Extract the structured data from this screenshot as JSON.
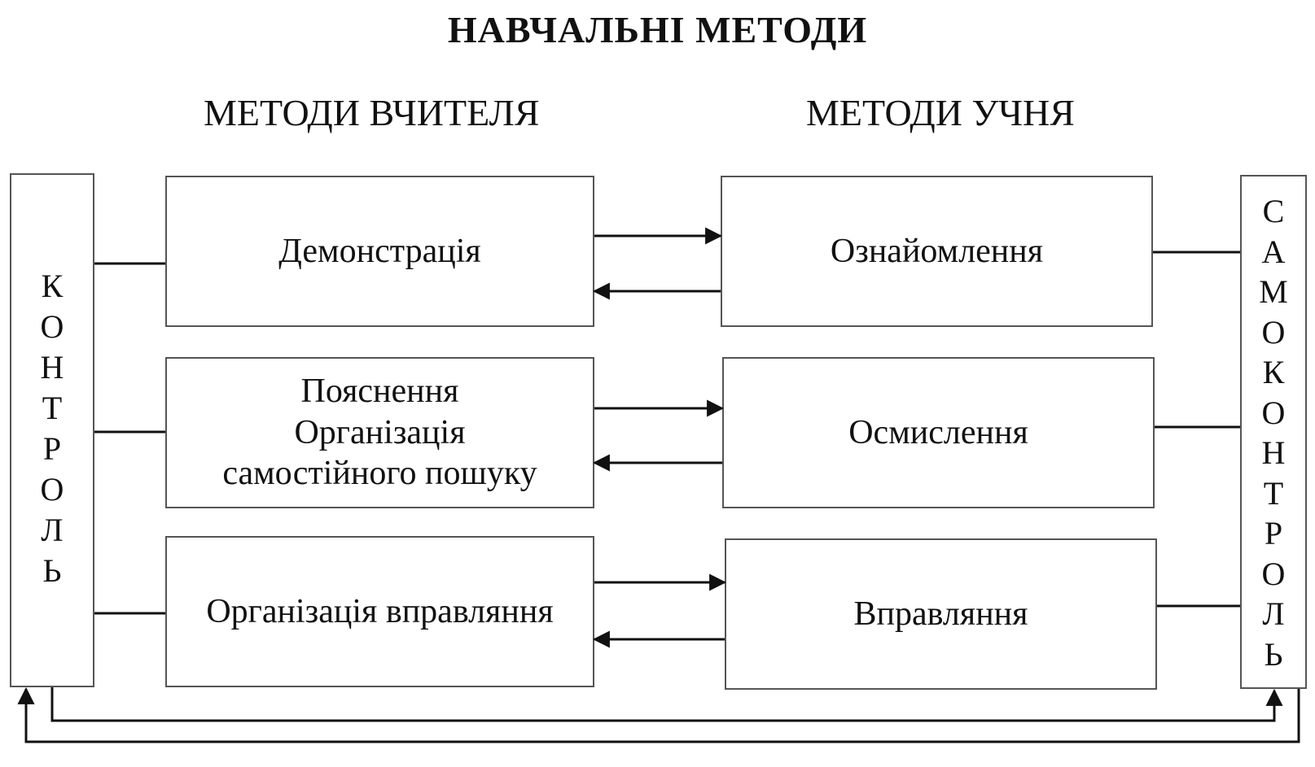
{
  "title": "НАВЧАЛЬНІ МЕТОДИ",
  "columns": {
    "teacher": "МЕТОДИ ВЧИТЕЛЯ",
    "student": "МЕТОДИ УЧНЯ"
  },
  "control": [
    "К",
    "О",
    "Н",
    "Т",
    "Р",
    "О",
    "Л",
    "Ь"
  ],
  "self_control": [
    "С",
    "А",
    "М",
    "О",
    "К",
    "О",
    "Н",
    "Т",
    "Р",
    "О",
    "Л",
    "Ь"
  ],
  "teacher_methods": [
    {
      "lines": [
        "Демонстрація"
      ]
    },
    {
      "lines": [
        "Пояснення",
        "Організація",
        "самостійного пошуку"
      ]
    },
    {
      "lines": [
        "Організація вправляння"
      ]
    }
  ],
  "student_methods": [
    {
      "lines": [
        "Ознайомлення"
      ]
    },
    {
      "lines": [
        "Осмислення"
      ]
    },
    {
      "lines": [
        "Вправляння"
      ]
    }
  ]
}
